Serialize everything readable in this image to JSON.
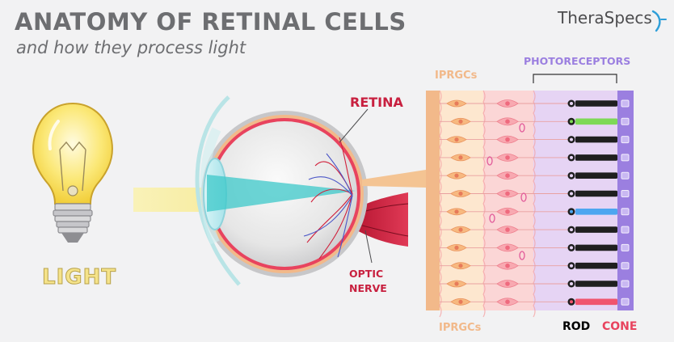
{
  "header": {
    "title": "ANATOMY OF RETINAL CELLS",
    "subtitle": "and how they process light",
    "brand": "TheraSpecs"
  },
  "labels": {
    "light": "LIGHT",
    "retina": "RETINA",
    "optic_line1": "OPTIC",
    "optic_line2": "NERVE",
    "iprgcs_top": "IPRGCs",
    "iprgcs_bottom": "IPRGCs",
    "photoreceptors": "PHOTORECEPTORS",
    "rod": "ROD",
    "cone": "CONE"
  },
  "photoreceptor_row_colors": [
    "#1f1f1f",
    "#7ed957",
    "#1f1f1f",
    "#1f1f1f",
    "#1f1f1f",
    "#1f1f1f",
    "#4da6f0",
    "#1f1f1f",
    "#1f1f1f",
    "#1f1f1f",
    "#1f1f1f",
    "#f0546e"
  ],
  "colors": {
    "title": "#6d6e71",
    "accent_red": "#c8203f",
    "iprgc_orange": "#f2b98a",
    "photoreceptor_purple": "#9b7fe0",
    "cone_pink": "#e8435e"
  }
}
